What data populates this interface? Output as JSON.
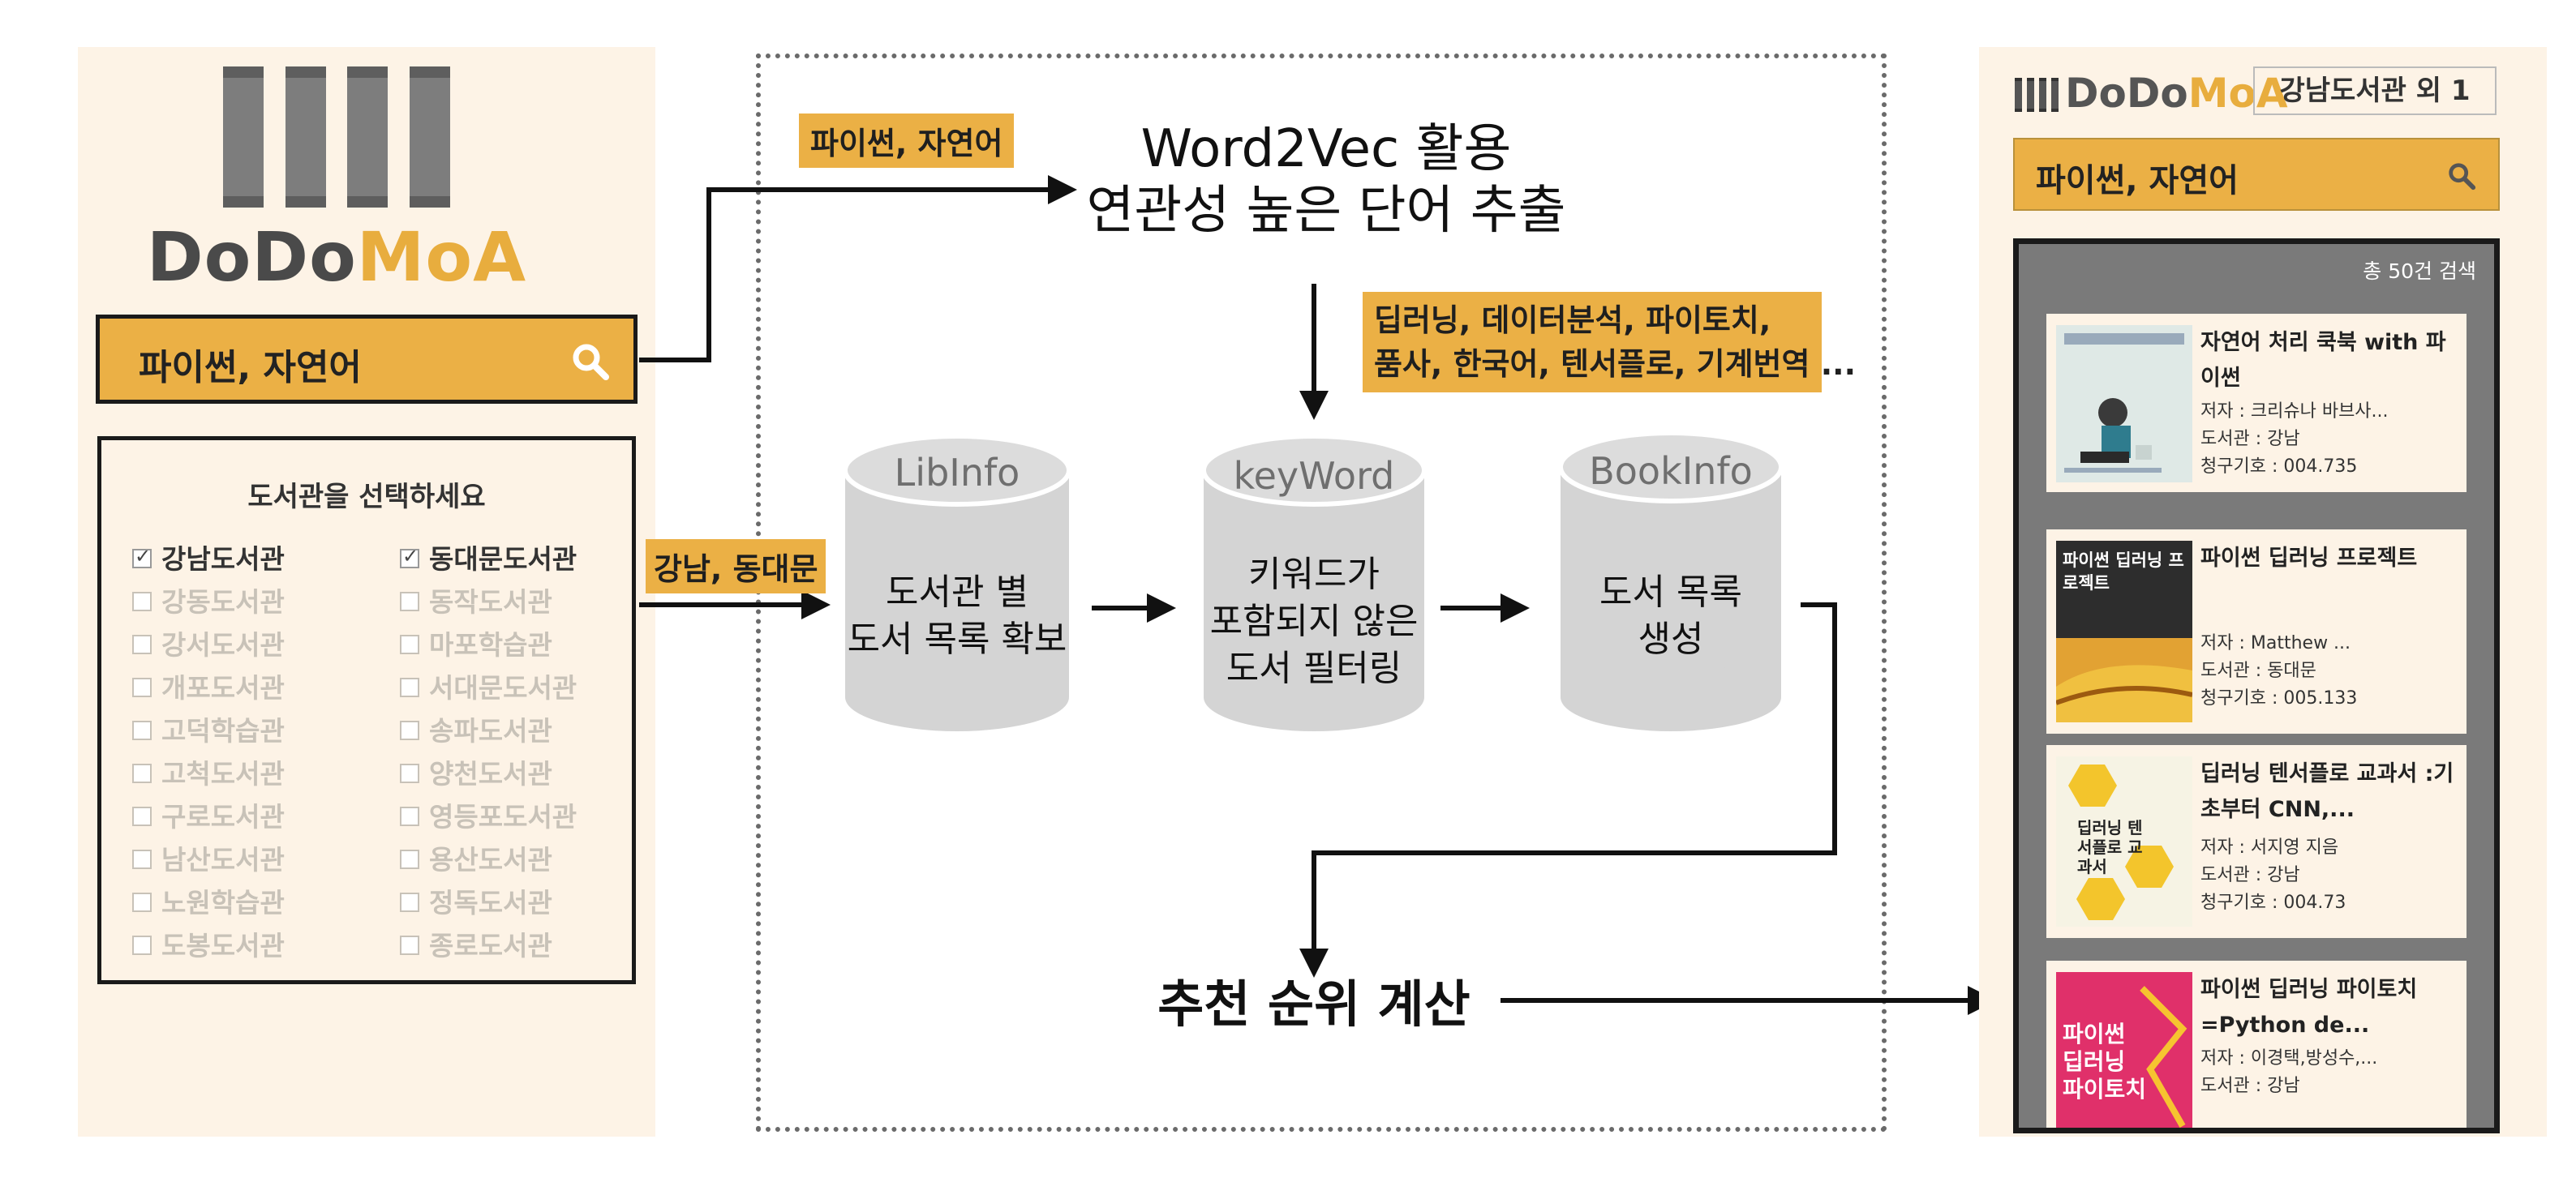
{
  "left": {
    "logo_part1": "DoDo",
    "logo_part2": "MoA",
    "search_value": "파이썬, 자연어",
    "library_prompt": "도서관을 선택하세요",
    "libraries": [
      {
        "name": "강남도서관",
        "checked": true
      },
      {
        "name": "동대문도서관",
        "checked": true
      },
      {
        "name": "강동도서관",
        "checked": false
      },
      {
        "name": "동작도서관",
        "checked": false
      },
      {
        "name": "강서도서관",
        "checked": false
      },
      {
        "name": "마포학습관",
        "checked": false
      },
      {
        "name": "개포도서관",
        "checked": false
      },
      {
        "name": "서대문도서관",
        "checked": false
      },
      {
        "name": "고덕학습관",
        "checked": false
      },
      {
        "name": "송파도서관",
        "checked": false
      },
      {
        "name": "고척도서관",
        "checked": false
      },
      {
        "name": "양천도서관",
        "checked": false
      },
      {
        "name": "구로도서관",
        "checked": false
      },
      {
        "name": "영등포도서관",
        "checked": false
      },
      {
        "name": "남산도서관",
        "checked": false
      },
      {
        "name": "용산도서관",
        "checked": false
      },
      {
        "name": "노원학습관",
        "checked": false
      },
      {
        "name": "정독도서관",
        "checked": false
      },
      {
        "name": "도봉도서관",
        "checked": false
      },
      {
        "name": "종로도서관",
        "checked": false
      }
    ]
  },
  "flow": {
    "input_tag": "파이썬, 자연어",
    "word2vec_line1": "Word2Vec 활용",
    "word2vec_line2": "연관성 높은 단어 추출",
    "keywords_line1": "딥러닝, 데이터분석, 파이토치,",
    "keywords_line2": "품사, 한국어, 텐서플로, 기계번역 ...",
    "selected_libs_tag": "강남, 동대문",
    "db_libinfo": "LibInfo",
    "db_libinfo_line1": "도서관 별",
    "db_libinfo_line2": "도서 목록 확보",
    "db_keyword": "keyWord",
    "db_keyword_line1": "키워드가",
    "db_keyword_line2": "포함되지 않은",
    "db_keyword_line3": "도서 필터링",
    "db_bookinfo": "BookInfo",
    "db_bookinfo_line1": "도서 목록",
    "db_bookinfo_line2": "생성",
    "rank_label": "추천 순위 계산"
  },
  "right": {
    "logo_part1": "DoDo",
    "logo_part2": "MoA",
    "library_badge": "강남도서관 외 1",
    "search_value": "파이썬, 자연어",
    "result_count": "총 50건 검색",
    "books": [
      {
        "title": "자연어 처리 쿡북 with 파이썬",
        "author": "저자 : 크리슈나 바브사...",
        "library": "도서관 : 강남",
        "call_no": "청구기호 : 004.735",
        "cover_text": ""
      },
      {
        "title": "파이썬 딥러닝 프로젝트",
        "author": "저자 : Matthew ...",
        "library": "도서관 : 동대문",
        "call_no": "청구기호 : 005.133",
        "cover_text": "파이썬 딥러닝 프로젝트"
      },
      {
        "title": "딥러닝 텐서플로 교과서 :기초부터 CNN,...",
        "author": "저자 : 서지영 지음",
        "library": "도서관 : 강남",
        "call_no": "청구기호 : 004.73",
        "cover_text": "딥러닝 텐서플로 교과서"
      },
      {
        "title": "파이썬 딥러닝 파이토치 =Python de...",
        "author": "저자 : 이경택,방성수,...",
        "library": "도서관 : 강남",
        "call_no": "",
        "cover_text": "파이썬 딥러닝 파이토치"
      }
    ]
  },
  "colors": {
    "accent": "#ebb045",
    "panel_bg": "#fdf3e6",
    "list_bg": "#7a7a7a"
  }
}
